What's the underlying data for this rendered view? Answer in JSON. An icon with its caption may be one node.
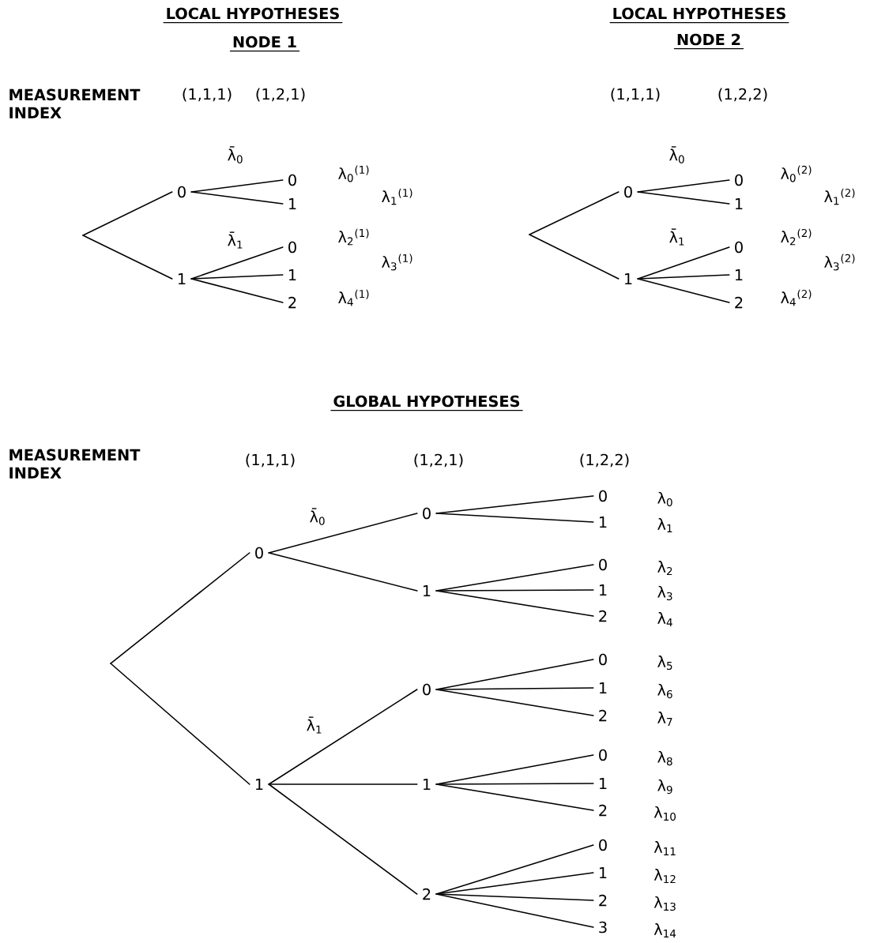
{
  "diagram": {
    "nodes": [
      {
        "text": [
          "0"
        ]
      },
      {
        "text": [
          "1"
        ]
      },
      {
        "text": [
          "0"
        ],
        "beside": [
          "λ$_{0}$$^{(1)}$"
        ]
      },
      {
        "text": [
          "1"
        ],
        "beside": [
          "λ$_{1}$$^{(1)}$"
        ]
      },
      {
        "text": [
          "0"
        ],
        "beside": [
          "λ$_{2}$$^{(1)}$"
        ]
      },
      {
        "text": [
          "1"
        ],
        "beside": [
          "λ$_{3}$$^{(1)}$"
        ]
      },
      {
        "text": [
          "2"
        ],
        "beside": [
          "λ$_{4}$$^{(1)}$"
        ]
      },
      {
        "text": [
          "0"
        ]
      },
      {
        "text": [
          "1"
        ]
      },
      {
        "text": [
          "0"
        ],
        "beside": [
          "λ$_{0}$$^{(2)}$"
        ]
      },
      {
        "text": [
          "1"
        ],
        "beside": [
          "λ$_{1}$$^{(2)}$"
        ]
      },
      {
        "text": [
          "0"
        ],
        "beside": [
          "λ$_{2}$$^{(2)}$"
        ]
      },
      {
        "text": [
          "1"
        ],
        "beside": [
          "λ$_{3}$$^{(2)}$"
        ]
      },
      {
        "text": [
          "2"
        ],
        "beside": [
          "λ$_{4}$$^{(2)}$"
        ]
      },
      {
        "text": [
          "0"
        ]
      },
      {
        "text": [
          "1"
        ]
      },
      {
        "text": [
          "0"
        ]
      },
      {
        "text": [
          "1"
        ]
      },
      {
        "text": [
          "0"
        ]
      },
      {
        "text": [
          "1"
        ]
      },
      {
        "text": [
          "2"
        ]
      },
      {
        "text": [
          "0"
        ],
        "beside": [
          "λ$_{0}$"
        ]
      },
      {
        "text": [
          "1"
        ],
        "beside": [
          "λ$_{1}$"
        ]
      },
      {
        "text": [
          "0"
        ],
        "beside": [
          "λ$_{2}$"
        ]
      },
      {
        "text": [
          "1"
        ],
        "beside": [
          "λ$_{3}$"
        ]
      },
      {
        "text": [
          "2"
        ],
        "beside": [
          "λ$_{4}$"
        ]
      },
      {
        "text": [
          "0"
        ],
        "beside": [
          "λ$_{5}$"
        ]
      },
      {
        "text": [
          "1"
        ],
        "beside": [
          "λ$_{6}$"
        ]
      },
      {
        "text": [
          "2"
        ],
        "beside": [
          "λ$_{7}$"
        ]
      },
      {
        "text": [
          "0"
        ],
        "beside": [
          "λ$_{8}$"
        ]
      },
      {
        "text": [
          "1"
        ],
        "beside": [
          "λ$_{9}$"
        ]
      },
      {
        "text": [
          "2"
        ],
        "beside": [
          "λ$_{10}$"
        ]
      },
      {
        "text": [
          "0"
        ],
        "beside": [
          "λ$_{11}$"
        ]
      },
      {
        "text": [
          "1"
        ],
        "beside": [
          "λ$_{12}$"
        ]
      },
      {
        "text": [
          "2"
        ],
        "beside": [
          "λ$_{13}$"
        ]
      },
      {
        "text": [
          "3"
        ],
        "beside": [
          "λ$_{14}$"
        ]
      }
    ],
    "edges": [
      {
        "from": null,
        "to": 0,
        "arrow": "none"
      },
      {
        "from": null,
        "to": 1,
        "arrow": "none"
      },
      {
        "from": 0,
        "to": 2,
        "arrow": "none",
        "label": "λ̄$_{0}$"
      },
      {
        "from": 0,
        "to": 3,
        "arrow": "none"
      },
      {
        "from": 1,
        "to": 4,
        "arrow": "none",
        "label": "λ̄$_{1}$"
      },
      {
        "from": 1,
        "to": 5,
        "arrow": "none"
      },
      {
        "from": 1,
        "to": 6,
        "arrow": "none"
      },
      {
        "from": null,
        "to": 7,
        "arrow": "none"
      },
      {
        "from": null,
        "to": 8,
        "arrow": "none"
      },
      {
        "from": 7,
        "to": 9,
        "arrow": "none",
        "label": "λ̄$_{0}$"
      },
      {
        "from": 7,
        "to": 10,
        "arrow": "none"
      },
      {
        "from": 8,
        "to": 11,
        "arrow": "none",
        "label": "λ̄$_{1}$"
      },
      {
        "from": 8,
        "to": 12,
        "arrow": "none"
      },
      {
        "from": 8,
        "to": 13,
        "arrow": "none"
      },
      {
        "from": null,
        "to": 14,
        "arrow": "none"
      },
      {
        "from": null,
        "to": 15,
        "arrow": "none"
      },
      {
        "from": 14,
        "to": 16,
        "arrow": "none",
        "label": "λ̄$_{0}$"
      },
      {
        "from": 14,
        "to": 17,
        "arrow": "none"
      },
      {
        "from": 15,
        "to": 18,
        "arrow": "none",
        "label": "λ̄$_{1}$"
      },
      {
        "from": 15,
        "to": 19,
        "arrow": "none"
      },
      {
        "from": 15,
        "to": 20,
        "arrow": "none"
      },
      {
        "from": 16,
        "to": 21,
        "arrow": "none"
      },
      {
        "from": 16,
        "to": 22,
        "arrow": "none"
      },
      {
        "from": 17,
        "to": 23,
        "arrow": "none"
      },
      {
        "from": 17,
        "to": 24,
        "arrow": "none"
      },
      {
        "from": 17,
        "to": 25,
        "arrow": "none"
      },
      {
        "from": 18,
        "to": 26,
        "arrow": "none"
      },
      {
        "from": 18,
        "to": 27,
        "arrow": "none"
      },
      {
        "from": 18,
        "to": 28,
        "arrow": "none"
      },
      {
        "from": 19,
        "to": 29,
        "arrow": "none"
      },
      {
        "from": 19,
        "to": 30,
        "arrow": "none"
      },
      {
        "from": 19,
        "to": 31,
        "arrow": "none"
      },
      {
        "from": 20,
        "to": 32,
        "arrow": "none"
      },
      {
        "from": 20,
        "to": 33,
        "arrow": "none"
      },
      {
        "from": 20,
        "to": 34,
        "arrow": "none"
      },
      {
        "from": 20,
        "to": 35,
        "arrow": "none"
      }
    ],
    "labels": [
      "LOCAL HYPOTHESES",
      "LOCAL HYPOTHESES",
      "NODE 1",
      "NODE 2",
      "MEASUREMENT INDEX",
      "(1,1,1)",
      "(1,2,1)",
      "(1,1,1)",
      "(1,2,2)",
      "GLOBAL HYPOTHESES",
      "MEASUREMENT INDEX",
      "(1,1,1)",
      "(1,2,1)",
      "(1,2,2)"
    ]
  }
}
